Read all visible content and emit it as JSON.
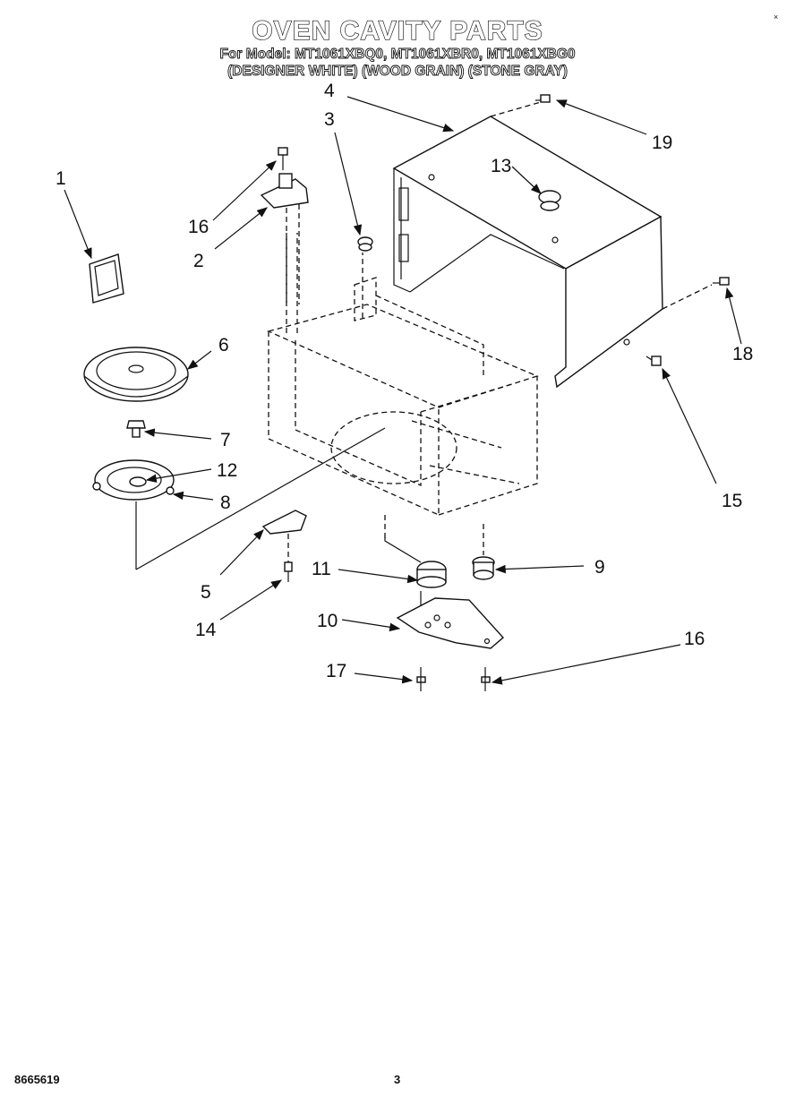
{
  "header": {
    "title": "OVEN CAVITY PARTS",
    "models": "For Model: MT1061XBQ0, MT1061XBR0, MT1061XBG0",
    "variants": "(DESIGNER WHITE) (WOOD GRAIN) (STONE GRAY)"
  },
  "footer": {
    "doc_number": "8665619",
    "page_number": "3"
  },
  "corner_mark": "×",
  "callouts": [
    "1",
    "2",
    "3",
    "4",
    "5",
    "6",
    "7",
    "8",
    "9",
    "10",
    "11",
    "12",
    "13",
    "14",
    "15",
    "16",
    "16",
    "17",
    "18",
    "19"
  ]
}
